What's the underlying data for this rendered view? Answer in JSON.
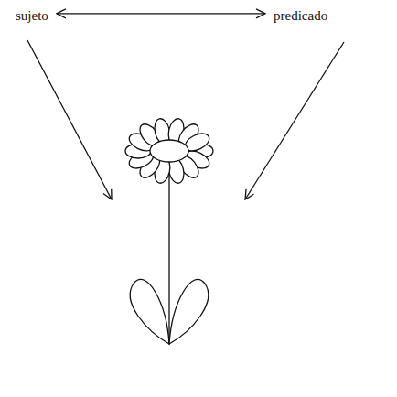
{
  "diagram": {
    "nodes": [
      {
        "text": [
          "sujeto"
        ]
      },
      {
        "text": [
          "predicado"
        ]
      }
    ],
    "edges": [
      {
        "from": 0,
        "to": 1,
        "arrow": "both"
      }
    ]
  }
}
